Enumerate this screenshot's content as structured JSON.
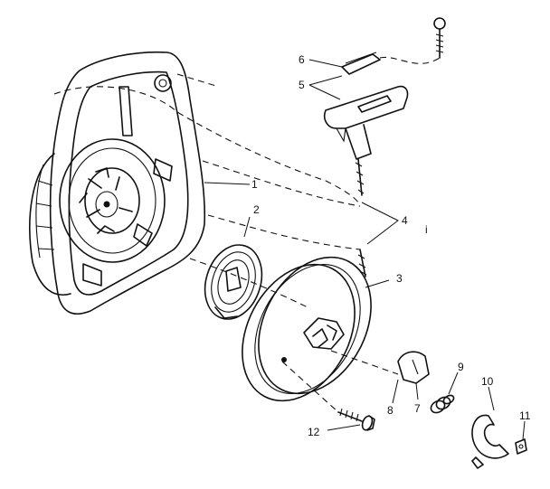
{
  "callouts": {
    "c1": "1",
    "c2": "2",
    "c3": "3",
    "c4": "4",
    "c5": "5",
    "c6": "6",
    "c7": "7",
    "c8": "8",
    "c9": "9",
    "c10": "10",
    "c11": "11",
    "c12": "12",
    "c_i": "i"
  }
}
